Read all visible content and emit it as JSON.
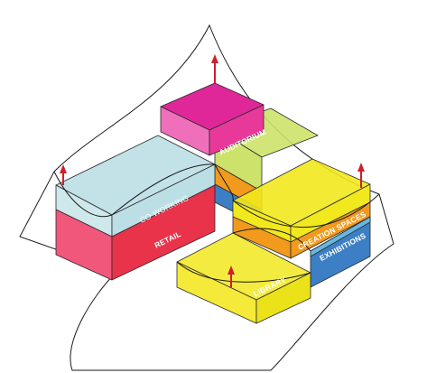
{
  "labels": {
    "auditorium": "AUDITORIUM",
    "coworking": "CO-WORKING",
    "retail": "RETAIL",
    "creation_spaces": "CREATION SPACES",
    "exhibitions": "EXHIBITIONS",
    "library": "LIBRARY"
  },
  "colors": {
    "magenta": "#e8399a",
    "light_blue": "#bcdfe6",
    "red": "#e8334a",
    "lime": "#cde26a",
    "yellow": "#f2e81e",
    "orange": "#f29a1d",
    "blue": "#3c7fc4",
    "arrow": "#d01f2a"
  }
}
